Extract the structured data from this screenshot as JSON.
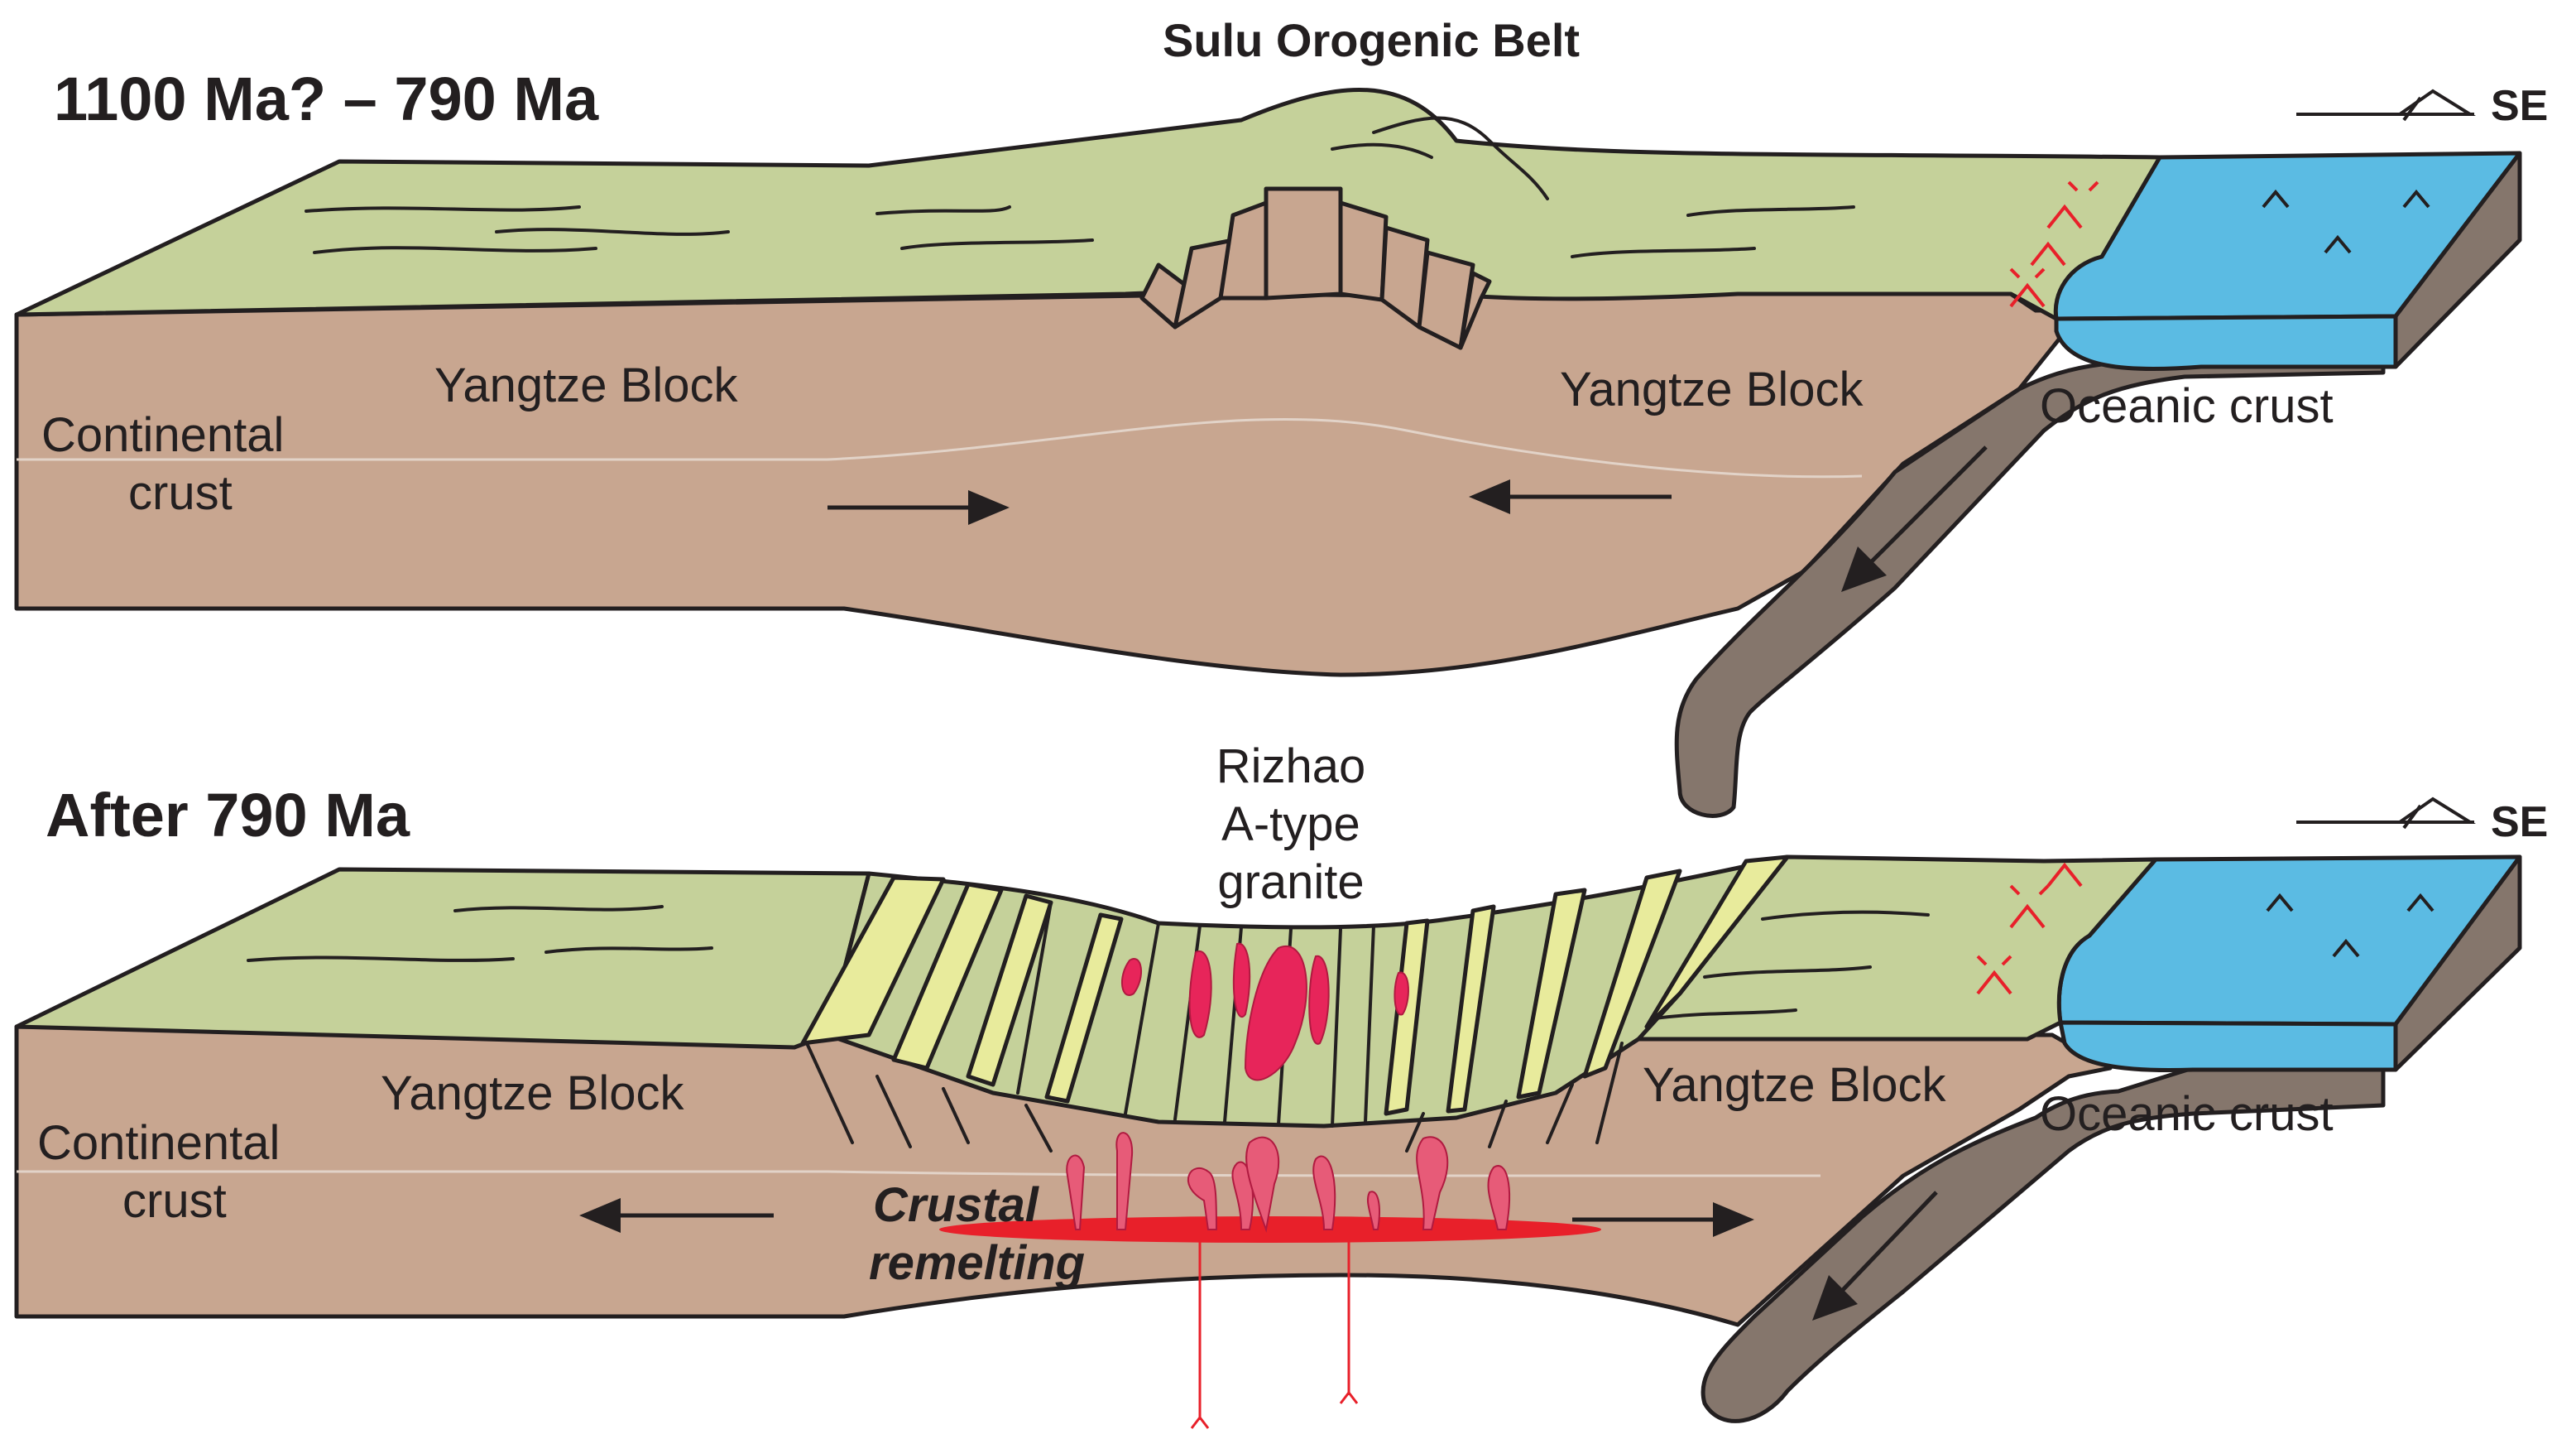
{
  "panels": [
    {
      "stage_label": "1100 Ma? – 790 Ma",
      "belt_label": "Sulu Orogenic Belt",
      "block_label_left": "Yangtze Block",
      "block_label_right": "Yangtze Block",
      "crust_label_line1": "Continental",
      "crust_label_line2": "crust",
      "ocean_label": "Oceanic crust",
      "direction_label": "SE"
    },
    {
      "stage_label": "After 790 Ma",
      "granite_label_line1": "Rizhao",
      "granite_label_line2": "A-type",
      "granite_label_line3": "granite",
      "block_label_left": "Yangtze Block",
      "block_label_right": "Yangtze Block",
      "crust_label_line1": "Continental",
      "crust_label_line2": "crust",
      "ocean_label": "Oceanic crust",
      "melt_label_line1": "Crustal",
      "melt_label_line2": "remelting",
      "direction_label": "SE"
    }
  ],
  "colors": {
    "land_surface": "#c5d19a",
    "continental_crust": "#c8a690",
    "ocean": "#5bbbe3",
    "subducting_slab": "#85766c",
    "yellow_layers": "#e8eb9c",
    "melt": "#e8202a",
    "pluton": "#e75b78",
    "outline": "#231f20"
  }
}
